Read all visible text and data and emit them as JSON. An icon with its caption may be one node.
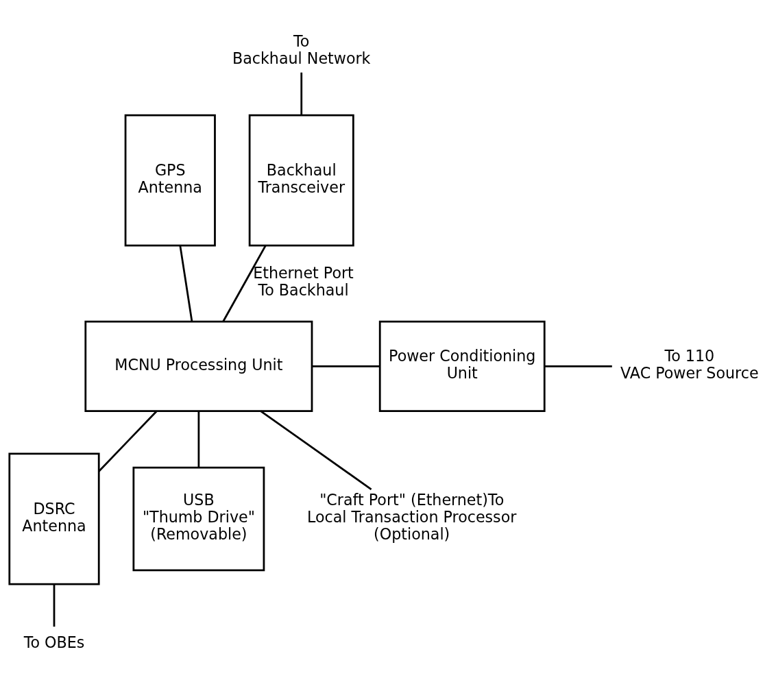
{
  "diagram": {
    "nodes": [
      {
        "text": [
          "GPS Antenna"
        ]
      },
      {
        "text": [
          "Backhaul Transceiver"
        ]
      },
      {
        "text": [
          "MCNU Processing Unit"
        ]
      },
      {
        "text": [
          "Power Conditioning Unit"
        ]
      },
      {
        "text": [
          "DSRC Antenna"
        ]
      },
      {
        "text": [
          "USB \"Thumb Drive\" (Removable)"
        ]
      },
      {
        "text": [
          "To Backhaul Network"
        ]
      },
      {
        "text": [
          "To 110 VAC Power Source"
        ]
      },
      {
        "text": [
          "To OBEs"
        ]
      },
      {
        "text": [
          "\"Craft Port\" (Ethernet)To Local Transaction Processor (Optional)"
        ]
      }
    ],
    "edges": [
      {
        "from": 6,
        "to": 1,
        "arrow": "none"
      },
      {
        "from": 0,
        "to": 2,
        "arrow": "none"
      },
      {
        "from": 1,
        "to": 2,
        "arrow": "none",
        "label": "Ethernet Port To Backhaul"
      },
      {
        "from": 2,
        "to": 3,
        "arrow": "none"
      },
      {
        "from": 3,
        "to": 7,
        "arrow": "none"
      },
      {
        "from": 2,
        "to": 4,
        "arrow": "none"
      },
      {
        "from": 2,
        "to": 5,
        "arrow": "none"
      },
      {
        "from": 2,
        "to": 9,
        "arrow": "none"
      },
      {
        "from": 4,
        "to": 8,
        "arrow": "none"
      }
    ]
  }
}
